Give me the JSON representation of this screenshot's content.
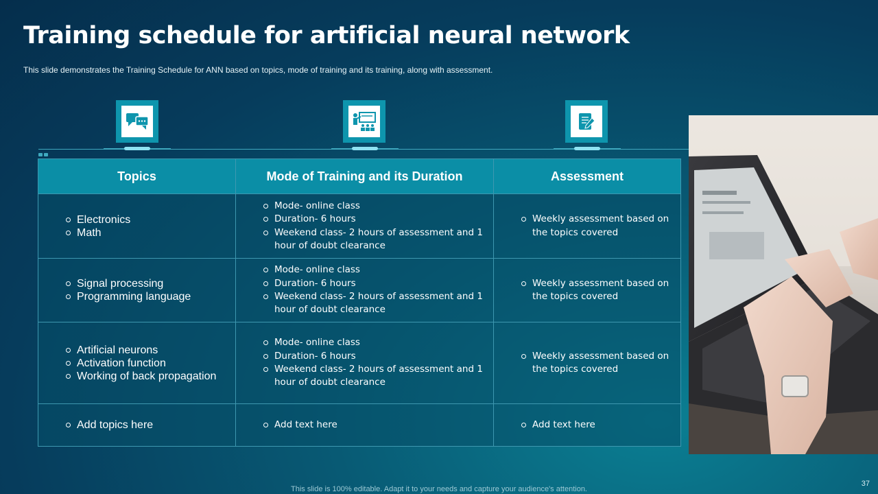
{
  "title": "Training schedule for artificial neural network",
  "subtitle": "This slide demonstrates the Training Schedule for ANN based on topics, mode of training and its training, along with assessment.",
  "icons": [
    "chat-bubbles-icon",
    "presentation-board-icon",
    "notepad-pen-icon"
  ],
  "table": {
    "headers": [
      "Topics",
      "Mode of Training and its Duration",
      "Assessment"
    ],
    "rows": [
      {
        "topics": [
          "Electronics",
          "Math"
        ],
        "mode": [
          "Mode- online class",
          "Duration- 6 hours",
          "Weekend  class- 2 hours of assessment and 1 hour of doubt  clearance"
        ],
        "assessment": [
          "Weekly assessment based on the topics covered"
        ]
      },
      {
        "topics": [
          "Signal processing",
          "Programming language"
        ],
        "mode": [
          "Mode- online class",
          "Duration- 6 hours",
          "Weekend  class- 2 hours of assessment and 1 hour of doubt  clearance"
        ],
        "assessment": [
          "Weekly assessment based on the topics covered"
        ]
      },
      {
        "topics": [
          "Artificial neurons",
          "Activation function",
          "Working of back propagation"
        ],
        "mode": [
          "Mode- online class",
          "Duration- 6 hours",
          "Weekend  class- 2 hours of assessment and 1 hour of doubt  clearance"
        ],
        "assessment": [
          "Weekly assessment based on the topics covered"
        ]
      },
      {
        "topics": [
          "Add topics here"
        ],
        "mode": [
          "Add text here"
        ],
        "assessment": [
          "Add text here"
        ]
      }
    ]
  },
  "footer": "This slide is 100% editable. Adapt it to your needs and capture your audience's attention.",
  "page_number": "37",
  "colors": {
    "accent": "#0e95ad",
    "header_cell": "#0b8ea6",
    "background_dark": "#052e4c",
    "line": "#3fa9bf"
  }
}
